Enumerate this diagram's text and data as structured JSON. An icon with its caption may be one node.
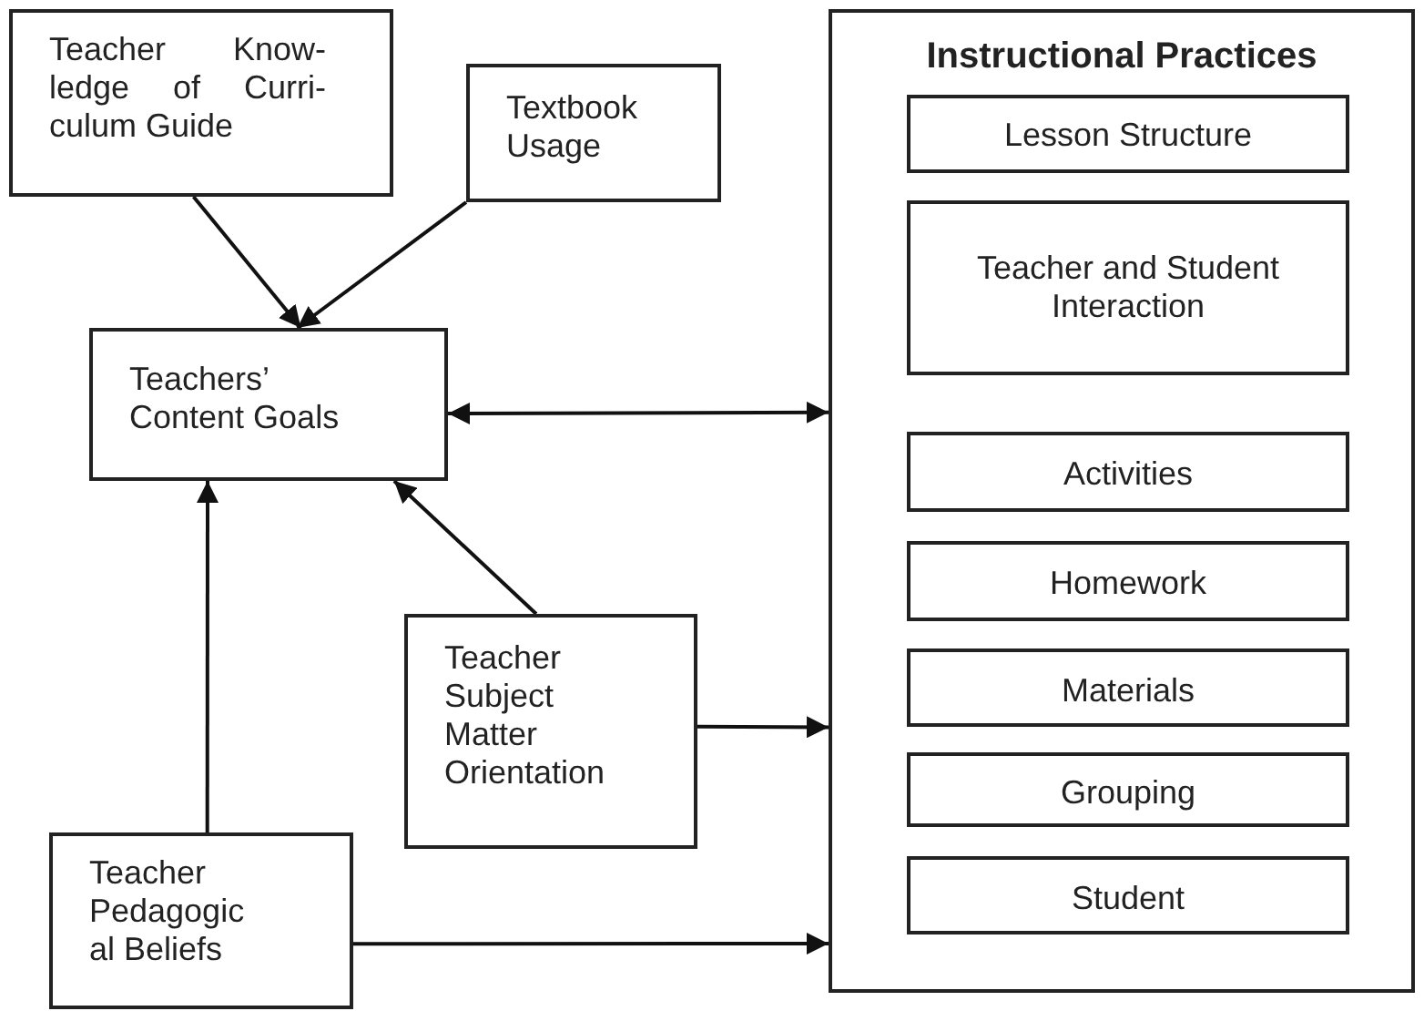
{
  "diagram": {
    "nodes": [
      {
        "text": [
          "Teacher Know- ledge of Curri- culum Guide"
        ]
      },
      {
        "text": [
          "Textbook Usage"
        ]
      },
      {
        "text": [
          "Teachers’ Content Goals"
        ]
      },
      {
        "text": [
          "Instructional Practices"
        ]
      },
      {
        "text": [
          "Lesson Structure"
        ],
        "in": 3
      },
      {
        "text": [
          "Teacher and Student Interaction"
        ],
        "in": 3
      },
      {
        "text": [
          "Activities"
        ],
        "in": 3
      },
      {
        "text": [
          "Homework"
        ],
        "in": 3
      },
      {
        "text": [
          "Materials"
        ],
        "in": 3
      },
      {
        "text": [
          "Grouping"
        ],
        "in": 3
      },
      {
        "text": [
          "Student"
        ],
        "in": 3
      },
      {
        "text": [
          "Teacher Subject Matter Orientation"
        ]
      },
      {
        "text": [
          "Teacher Pedagogic al Beliefs"
        ]
      }
    ],
    "edges": [
      {
        "from": 0,
        "to": 2,
        "arrow": "to"
      },
      {
        "from": 1,
        "to": 2,
        "arrow": "to"
      },
      {
        "from": 2,
        "to": 3,
        "arrow": "both"
      },
      {
        "from": 11,
        "to": 2,
        "arrow": "to"
      },
      {
        "from": 12,
        "to": 2,
        "arrow": "to"
      },
      {
        "from": 11,
        "to": 3,
        "arrow": "to"
      },
      {
        "from": 12,
        "to": 3,
        "arrow": "to"
      }
    ]
  }
}
